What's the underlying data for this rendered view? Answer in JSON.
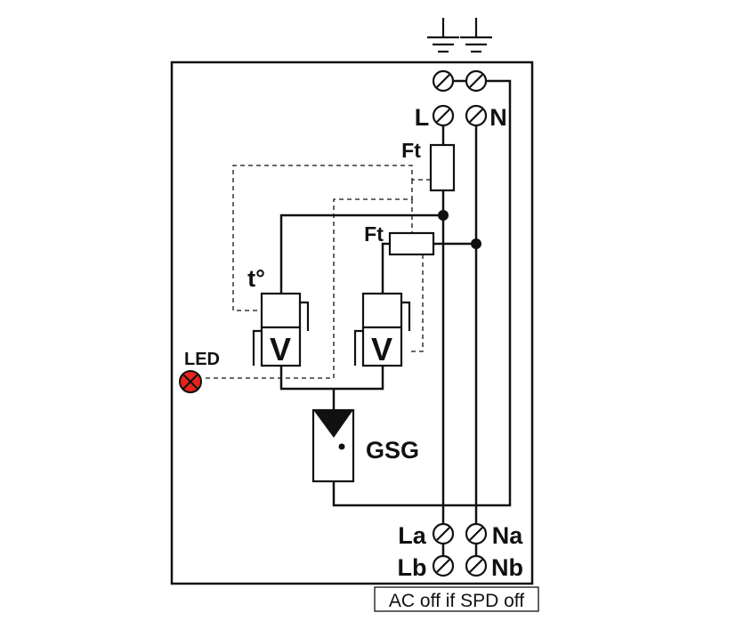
{
  "labels": {
    "L": "L",
    "N": "N",
    "ft_top": "Ft",
    "ft_mid": "Ft",
    "temp": "t°",
    "led": "LED",
    "varistor_left": "V",
    "varistor_right": "V",
    "gsg": "GSG",
    "La": "La",
    "Na": "Na",
    "Lb": "Lb",
    "Nb": "Nb"
  },
  "note": "AC off if SPD off",
  "colors": {
    "line": "#111111",
    "led_fill": "#e8231b",
    "background": "#ffffff"
  },
  "icons": {
    "ground": "ground-icon",
    "terminal": "screw-terminal-icon",
    "led": "led-lamp-icon",
    "varistor": "varistor-icon",
    "fuse": "thermal-fuse-icon",
    "gsg": "gas-discharge-tube-icon"
  }
}
